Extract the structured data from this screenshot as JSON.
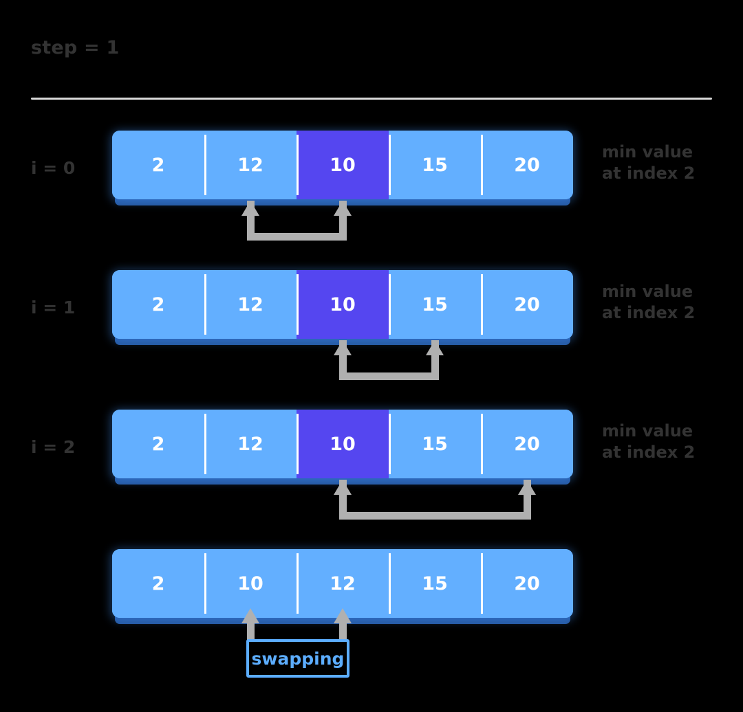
{
  "header": {
    "step_label": "step = 1"
  },
  "rows": [
    {
      "label": "i = 0",
      "note": "min value\nat index 2",
      "cells": [
        "2",
        "12",
        "10",
        "15",
        "20"
      ],
      "highlight_index": 2,
      "bracket": {
        "from_index": 1,
        "to_index": 2
      }
    },
    {
      "label": "i = 1",
      "note": "min value\nat index 2",
      "cells": [
        "2",
        "12",
        "10",
        "15",
        "20"
      ],
      "highlight_index": 2,
      "bracket": {
        "from_index": 2,
        "to_index": 3
      }
    },
    {
      "label": "i = 2",
      "note": "min value\nat index 2",
      "cells": [
        "2",
        "12",
        "10",
        "15",
        "20"
      ],
      "highlight_index": 2,
      "bracket": {
        "from_index": 2,
        "to_index": 4
      }
    },
    {
      "label": "",
      "note": "",
      "cells": [
        "2",
        "10",
        "12",
        "15",
        "20"
      ],
      "highlight_index": -1,
      "bracket": null
    }
  ],
  "swapping": {
    "label": "swapping",
    "arrow_indices": [
      1,
      2
    ]
  },
  "colors": {
    "background": "#000000",
    "cell": "#63AFFF",
    "cell_highlight": "#5546F0",
    "cell_text": "#ffffff",
    "label_text": "#333333",
    "divider": "#d9d9d9",
    "connector": "#b0b0b0",
    "swap_accent": "#5CADFF"
  }
}
